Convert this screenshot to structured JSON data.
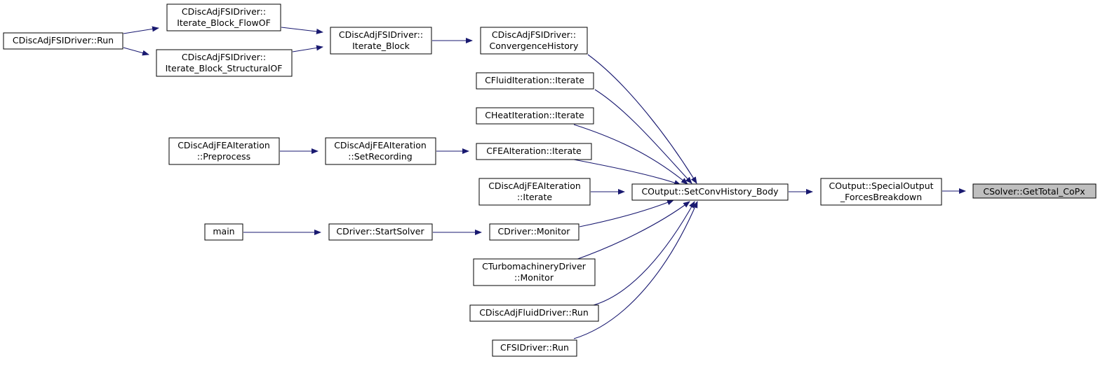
{
  "graph": {
    "edge_color": "#191970",
    "root_fill": "#bfbfbf",
    "nodes": {
      "get_total_copx": [
        "CSolver::GetTotal_CoPx"
      ],
      "special_output": [
        "COutput::SpecialOutput",
        "_ForcesBreakdown"
      ],
      "set_conv_history_body": [
        "COutput::SetConvHistory_Body"
      ],
      "convergence_history": [
        "CDiscAdjFSIDriver::",
        "ConvergenceHistory"
      ],
      "fluid_iteration_iterate": [
        "CFluidIteration::Iterate"
      ],
      "heat_iteration_iterate": [
        "CHeatIteration::Iterate"
      ],
      "fea_iteration_iterate": [
        "CFEAIteration::Iterate"
      ],
      "disc_adj_fea_iterate": [
        "CDiscAdjFEAIteration",
        "::Iterate"
      ],
      "driver_monitor": [
        "CDriver::Monitor"
      ],
      "turbo_driver_monitor": [
        "CTurbomachineryDriver",
        "::Monitor"
      ],
      "disc_adj_fluid_driver_run": [
        "CDiscAdjFluidDriver::Run"
      ],
      "fsi_driver_run": [
        "CFSIDriver::Run"
      ],
      "iterate_block": [
        "CDiscAdjFSIDriver::",
        "Iterate_Block"
      ],
      "iterate_block_flow_of": [
        "CDiscAdjFSIDriver::",
        "Iterate_Block_FlowOF"
      ],
      "iterate_block_structural_of": [
        "CDiscAdjFSIDriver::",
        "Iterate_Block_StructuralOF"
      ],
      "disc_adj_fsi_driver_run": [
        "CDiscAdjFSIDriver::Run"
      ],
      "set_recording": [
        "CDiscAdjFEAIteration",
        "::SetRecording"
      ],
      "preprocess": [
        "CDiscAdjFEAIteration",
        "::Preprocess"
      ],
      "start_solver": [
        "CDriver::StartSolver"
      ],
      "main": [
        "main"
      ]
    }
  }
}
